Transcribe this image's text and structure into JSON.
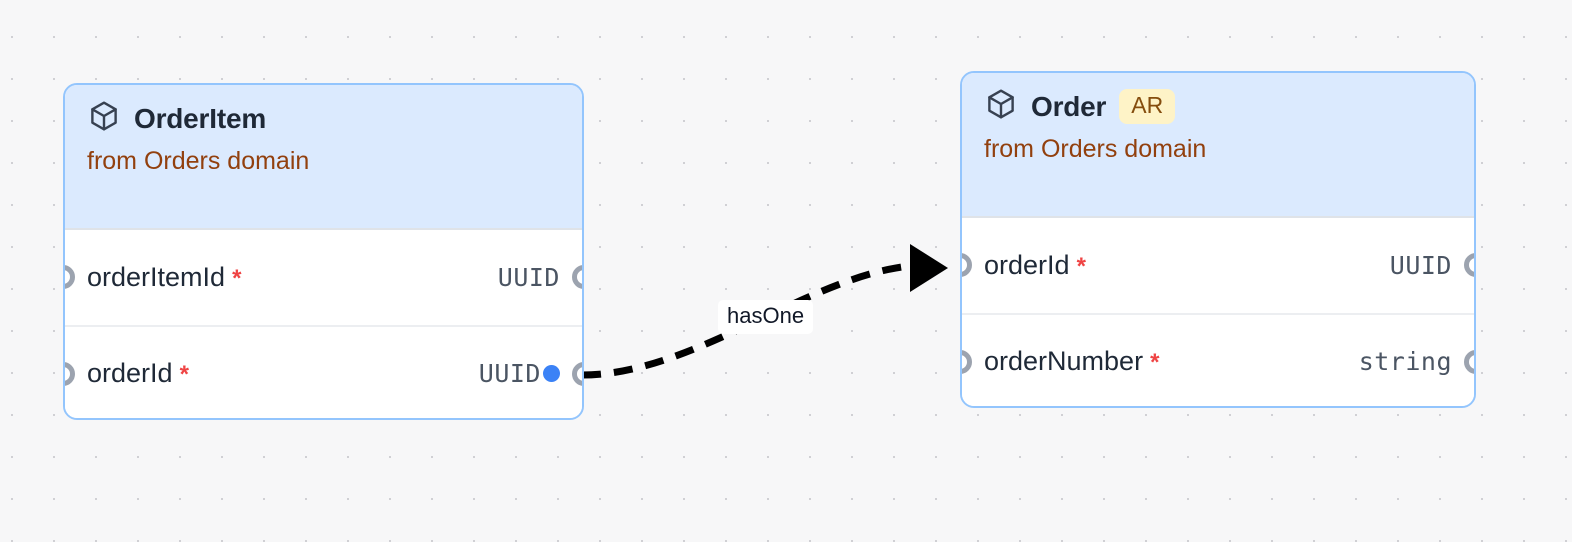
{
  "canvas": {
    "background_color": "#f7f7f8",
    "grid_dot_color": "#d0d0d4",
    "grid_spacing": "42"
  },
  "nodes": [
    {
      "id": "orderitem",
      "title": "OrderItem",
      "badge": "",
      "subtitle": "from Orders domain",
      "icon": "cube-icon",
      "border_color": "#93c5fd",
      "header_color": "#dbeafe",
      "fields": [
        {
          "name": "orderItemId",
          "required": "*",
          "type": "UUID",
          "foreign_key": false
        },
        {
          "name": "orderId",
          "required": "*",
          "type": "UUID",
          "foreign_key": true
        }
      ]
    },
    {
      "id": "order",
      "title": "Order",
      "badge": "AR",
      "subtitle": "from Orders domain",
      "icon": "cube-icon",
      "border_color": "#93c5fd",
      "header_color": "#dbeafe",
      "badge_bg": "#fef3c7",
      "badge_fg": "#854d0e",
      "fields": [
        {
          "name": "orderId",
          "required": "*",
          "type": "UUID",
          "foreign_key": false
        },
        {
          "name": "orderNumber",
          "required": "*",
          "type": "string",
          "foreign_key": false
        }
      ]
    }
  ],
  "edges": [
    {
      "label": "hasOne",
      "source": "orderitem.orderId",
      "target": "order.orderId",
      "style": "dashed",
      "color": "#000000",
      "arrow": "triangle"
    }
  ]
}
